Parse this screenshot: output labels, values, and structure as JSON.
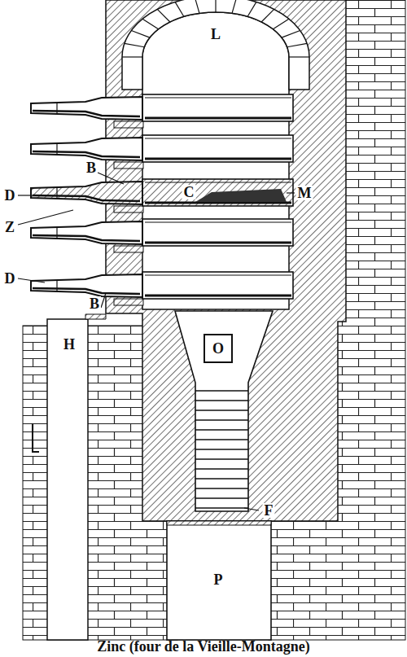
{
  "diagram": {
    "caption": "Zinc (four de la Vieille-Montagne)",
    "labels": [
      "L",
      "B",
      "D",
      "C",
      "M",
      "Z",
      "D",
      "B",
      "H",
      "O",
      "F",
      "P"
    ]
  }
}
